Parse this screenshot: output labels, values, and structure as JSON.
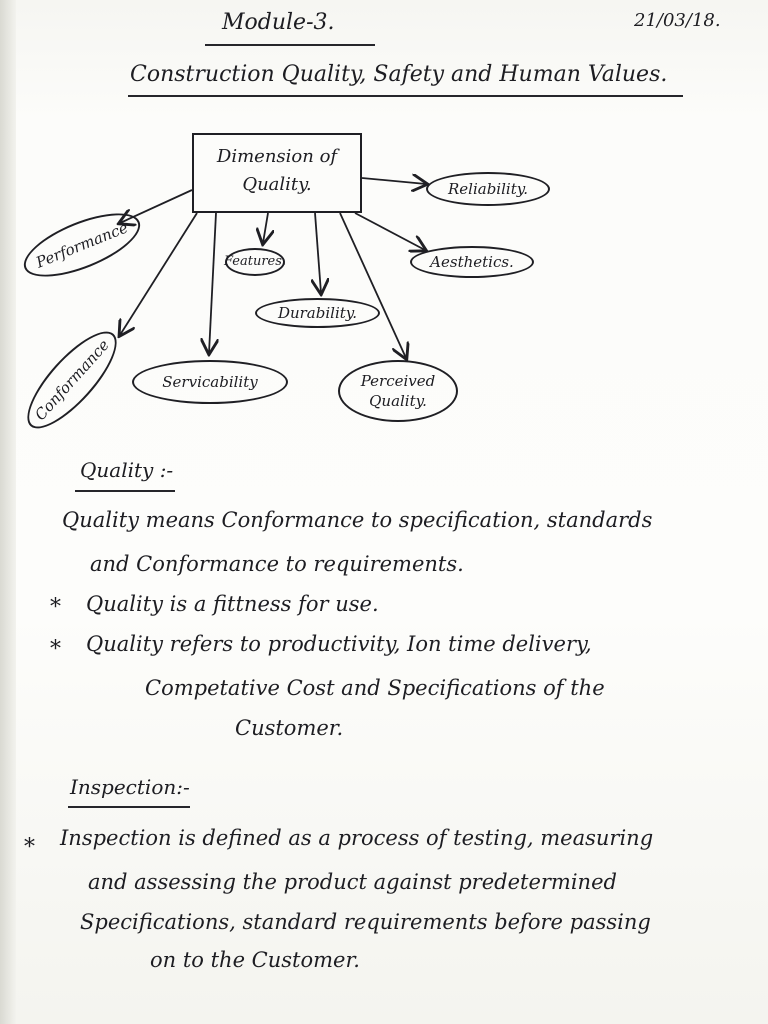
{
  "header": {
    "title": "Module-3.",
    "date": "21/03/18.",
    "subtitle": "Construction Quality, Safety and Human Values."
  },
  "diagram": {
    "center": "Dimension of Quality.",
    "center_lines": [
      "Dimension of",
      "Quality."
    ],
    "nodes": {
      "performance": "Performance",
      "conformance": "Conformance",
      "features": "Features.",
      "durability": "Durability.",
      "serviceability": "Servicability",
      "perceived_quality": "Perceived Quality.",
      "perceived_lines": [
        "Perceived",
        "Quality."
      ],
      "reliability": "Reliability.",
      "aesthetics": "Aesthetics."
    }
  },
  "quality": {
    "heading": "Quality :-",
    "lines": [
      "Quality means Conformance to specification, standards",
      "and Conformance to requirements."
    ],
    "bullet": "*",
    "bullets": [
      "Quality is a fittness for use.",
      "Quality refers to productivity, Ion time delivery,"
    ],
    "continuation": [
      "Competative Cost and Specifications of the",
      "Customer."
    ]
  },
  "inspection": {
    "heading": "Inspection:-",
    "bullet": "*",
    "lines": [
      "Inspection is defined as a process of testing, measuring",
      "and assessing the product against predetermined",
      "Specifications, standard requirements before passing",
      "on to the Customer."
    ]
  }
}
